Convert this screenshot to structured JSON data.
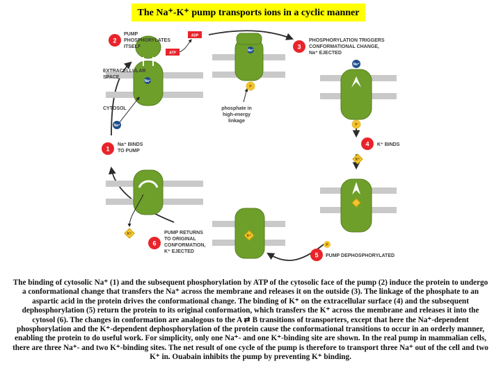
{
  "title": "The Na⁺-K⁺ pump transports ions in a cyclic manner",
  "labels": {
    "step1": [
      "Na⁺ BINDS",
      "TO PUMP"
    ],
    "step2": [
      "PUMP",
      "PHOSPHORYLATES",
      "ITSELF"
    ],
    "step3": [
      "PHOSPHORYLATION TRIGGERS",
      "CONFORMATIONAL CHANGE,",
      "Na⁺ EJECTED"
    ],
    "step4": [
      "K⁺ BINDS"
    ],
    "step5": [
      "PUMP DEPHOSPHORYLATED"
    ],
    "step6": [
      "PUMP RETURNS",
      "TO ORIGINAL",
      "CONFORMATION,",
      "K⁺ EJECTED"
    ],
    "extracellular": [
      "EXTRACELLULAR",
      "SPACE"
    ],
    "cytosol": "CYTOSOL",
    "phosphate": [
      "phosphate in",
      "high-energy",
      "linkage"
    ],
    "adp": "ADP",
    "atp": "ATP",
    "na": "Na⁺",
    "k": "K⁺",
    "p": "P"
  },
  "step_numbers": [
    "1",
    "2",
    "3",
    "4",
    "5",
    "6"
  ],
  "colors": {
    "protein": "#6e9f2b",
    "protein_dark": "#557d1f",
    "membrane": "#c9c9c9",
    "step_circle": "#e8242b",
    "atp": "#e8242b",
    "sodium": "#1e4d8c",
    "potassium": "#f4c430",
    "phosphate": "#f4c430",
    "title_bg": "#ffff00"
  },
  "caption": "The binding of cytosolic Na⁺ (1) and the subsequent phosphorylation by ATP of the cytosolic face of the pump (2) induce the protein to undergo a conformational change that transfers the Na⁺ across the membrane and releases it on the outside (3).  The linkage of the phosphate to an aspartic acid in the protein drives the conformational change. The binding of K⁺ on the extracellular surface (4) and the subsequent dephosphorylation (5) return the protein to its original conformation, which transfers the K⁺ across the membrane and releases it into the cytosol (6).  The changes in conformation are analogous to the A ⇄ B transitions of transporters, except that here the Na⁺-dependent phosphorylation and the K⁺-dependent dephosphorylation of the protein cause the conformational transitions to occur in an orderly manner, enabling the protein to do useful work. For simplicity, only one Na⁺- and one K⁺-binding site are shown. In the real pump in mammalian cells, there are three Na⁺- and two K⁺-binding sites. The net result of one cycle of the pump is therefore to transport three Na⁺ out of the cell and two K⁺ in. Ouabain inhibits the pump by preventing K⁺ binding."
}
